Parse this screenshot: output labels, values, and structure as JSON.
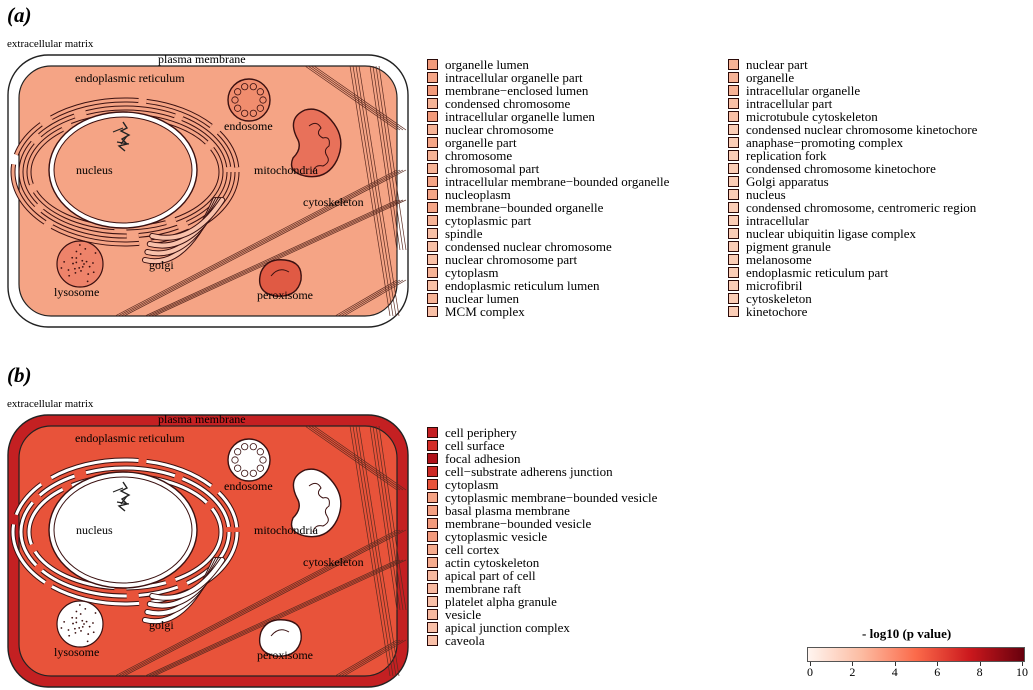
{
  "panel_a": {
    "label": "(a)",
    "extracellular_matrix": "extracellular matrix",
    "labels": {
      "plasma_membrane": "plasma membrane",
      "er": "endoplasmic reticulum",
      "nucleus": "nucleus",
      "endosome": "endosome",
      "mitochondria": "mitochondria",
      "cytoskeleton": "cytoskeleton",
      "golgi": "golgi",
      "lysosome": "lysosome",
      "peroxisome": "peroxisome"
    },
    "colors": {
      "cytoplasm": "#f5a485",
      "outer_membrane": "#ffffff",
      "nucleus_fill": "#f5a485",
      "er": "#f5a485",
      "endosome": "#f08d6e",
      "mitochondria": "#e8715a",
      "golgi": "#f9c1aa",
      "lysosome": "#ee836a",
      "peroxisome": "#e05a44"
    },
    "legend_col1": [
      {
        "text": "organelle lumen",
        "color": "#f29a7a"
      },
      {
        "text": "intracellular organelle part",
        "color": "#f5a586"
      },
      {
        "text": "membrane−enclosed lumen",
        "color": "#f29a7a"
      },
      {
        "text": "condensed chromosome",
        "color": "#f7b396"
      },
      {
        "text": "intracellular organelle lumen",
        "color": "#f29a7a"
      },
      {
        "text": "nuclear chromosome",
        "color": "#f7b396"
      },
      {
        "text": "organelle part",
        "color": "#f5a586"
      },
      {
        "text": "chromosome",
        "color": "#f7b396"
      },
      {
        "text": "chromosomal part",
        "color": "#f7b396"
      },
      {
        "text": "intracellular membrane−bounded organelle",
        "color": "#f5a586"
      },
      {
        "text": "nucleoplasm",
        "color": "#f5a586"
      },
      {
        "text": "membrane−bounded organelle",
        "color": "#f5a586"
      },
      {
        "text": "cytoplasmic part",
        "color": "#f7b396"
      },
      {
        "text": "spindle",
        "color": "#f9c0a6"
      },
      {
        "text": "condensed nuclear chromosome",
        "color": "#f9c0a6"
      },
      {
        "text": "nuclear chromosome part",
        "color": "#f9c0a6"
      },
      {
        "text": "cytoplasm",
        "color": "#f7b396"
      },
      {
        "text": "endoplasmic reticulum lumen",
        "color": "#f9c0a6"
      },
      {
        "text": "nuclear lumen",
        "color": "#f7b396"
      },
      {
        "text": "MCM complex",
        "color": "#f9c0a6"
      }
    ],
    "legend_col2": [
      {
        "text": "nuclear part",
        "color": "#f7b396"
      },
      {
        "text": "organelle",
        "color": "#f7b396"
      },
      {
        "text": "intracellular organelle",
        "color": "#f7b396"
      },
      {
        "text": "intracellular part",
        "color": "#f9c0a6"
      },
      {
        "text": "microtubule cytoskeleton",
        "color": "#f9c0a6"
      },
      {
        "text": "condensed nuclear chromosome kinetochore",
        "color": "#fbcdb6"
      },
      {
        "text": "anaphase−promoting complex",
        "color": "#fbcdb6"
      },
      {
        "text": "replication fork",
        "color": "#fbcdb6"
      },
      {
        "text": "condensed chromosome kinetochore",
        "color": "#fbcdb6"
      },
      {
        "text": "Golgi apparatus",
        "color": "#fbcdb6"
      },
      {
        "text": "nucleus",
        "color": "#fbcdb6"
      },
      {
        "text": "condensed chromosome, centromeric region",
        "color": "#fbcdb6"
      },
      {
        "text": "intracellular",
        "color": "#fbcdb6"
      },
      {
        "text": "nuclear ubiquitin ligase complex",
        "color": "#fbcdb6"
      },
      {
        "text": "pigment granule",
        "color": "#fbcdb6"
      },
      {
        "text": "melanosome",
        "color": "#fbcdb6"
      },
      {
        "text": "endoplasmic reticulum part",
        "color": "#fbcdb6"
      },
      {
        "text": "microfibril",
        "color": "#fbcdb6"
      },
      {
        "text": "cytoskeleton",
        "color": "#fbcdb6"
      },
      {
        "text": "kinetochore",
        "color": "#fbcdb6"
      }
    ]
  },
  "panel_b": {
    "label": "(b)",
    "extracellular_matrix": "extracellular matrix",
    "labels": {
      "plasma_membrane": "plasma membrane",
      "er": "endoplasmic reticulum",
      "nucleus": "nucleus",
      "endosome": "endosome",
      "mitochondria": "mitochondria",
      "cytoskeleton": "cytoskeleton",
      "golgi": "golgi",
      "lysosome": "lysosome",
      "peroxisome": "peroxisome"
    },
    "colors": {
      "cytoplasm": "#e8533a",
      "outer_membrane": "#c42022",
      "nucleus_fill": "#ffffff",
      "er": "#ffffff",
      "endosome": "#ffffff",
      "mitochondria": "#ffffff",
      "golgi": "#ffffff",
      "lysosome": "#ffffff",
      "peroxisome": "#ffffff"
    },
    "legend": [
      {
        "text": "cell periphery",
        "color": "#c41e22"
      },
      {
        "text": "cell surface",
        "color": "#d42c26"
      },
      {
        "text": "focal adhesion",
        "color": "#b0121a"
      },
      {
        "text": "cell−substrate adherens junction",
        "color": "#cc2a25"
      },
      {
        "text": "cytoplasm",
        "color": "#e8533a"
      },
      {
        "text": "cytoplasmic membrane−bounded vesicle",
        "color": "#f5a283"
      },
      {
        "text": "basal plasma membrane",
        "color": "#f4a082"
      },
      {
        "text": "membrane−bounded vesicle",
        "color": "#f39a7c"
      },
      {
        "text": "cytoplasmic vesicle",
        "color": "#f39a7c"
      },
      {
        "text": "cell cortex",
        "color": "#f6ab8d"
      },
      {
        "text": "actin cytoskeleton",
        "color": "#f6ab8d"
      },
      {
        "text": "apical part of cell",
        "color": "#f8b9a0"
      },
      {
        "text": "membrane raft",
        "color": "#f8b9a0"
      },
      {
        "text": "platelet alpha granule",
        "color": "#f9c0a8"
      },
      {
        "text": "vesicle",
        "color": "#f8b9a0"
      },
      {
        "text": "apical junction complex",
        "color": "#f9c0a8"
      },
      {
        "text": "caveola",
        "color": "#f9c0a8"
      }
    ]
  },
  "colorbar": {
    "title": "- log10 (p value)",
    "ticks": [
      "0",
      "2",
      "4",
      "6",
      "8",
      "10"
    ],
    "range": [
      0,
      10
    ],
    "gradient_colors": [
      "#fff5f0",
      "#fcbba1",
      "#fb6a4a",
      "#cb181d",
      "#67000d"
    ]
  }
}
